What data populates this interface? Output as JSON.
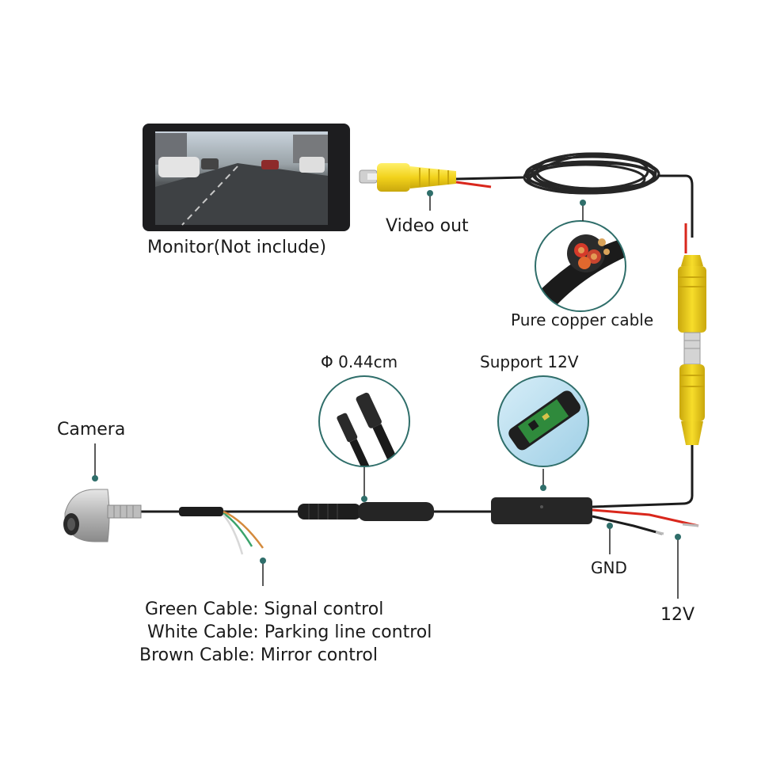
{
  "labels": {
    "monitor": "Monitor(Not include)",
    "video_out": "Video out",
    "pure_copper": "Pure copper cable",
    "diameter": "Φ 0.44cm",
    "support_12v": "Support 12V",
    "camera": "Camera",
    "gnd": "GND",
    "v12": "12V"
  },
  "legend": {
    "green": "Green Cable: Signal control",
    "white": "White Cable: Parking line control",
    "brown": "Brown Cable: Mirror control"
  },
  "colors": {
    "teal_marker": "#2f6e6a",
    "rca_yellow": "#f2d21b",
    "cable_black": "#1c1c1c",
    "wire_red": "#d9271c"
  }
}
